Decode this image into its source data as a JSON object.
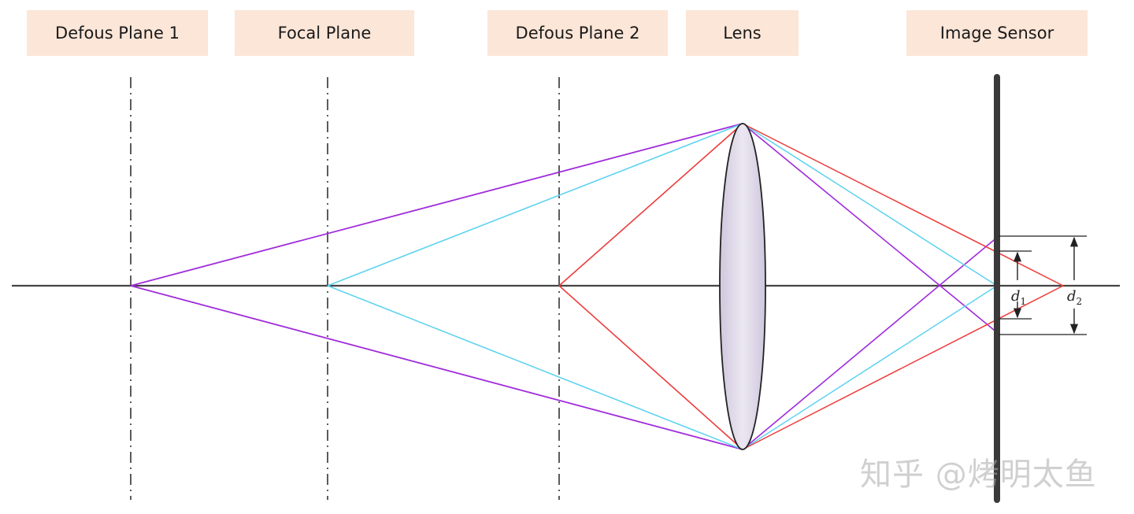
{
  "planes": {
    "defocus_plane_1": "Defous Plane 1",
    "focal_plane": "Focal Plane",
    "defocus_plane_2": "Defous Plane 2",
    "lens": "Lens",
    "image_sensor": "Image Sensor"
  },
  "dimensions": {
    "d1": {
      "symbol": "d",
      "subscript": "1"
    },
    "d2": {
      "symbol": "d",
      "subscript": "2"
    }
  },
  "ray_colors": {
    "defocus_plane_1_rays": "#a02cdb",
    "focal_plane_rays": "#5fd3f0",
    "defocus_plane_2_rays": "#ee3b3b"
  },
  "lens_color": "#d6cfe2",
  "watermark": "知乎 @烤明太鱼"
}
